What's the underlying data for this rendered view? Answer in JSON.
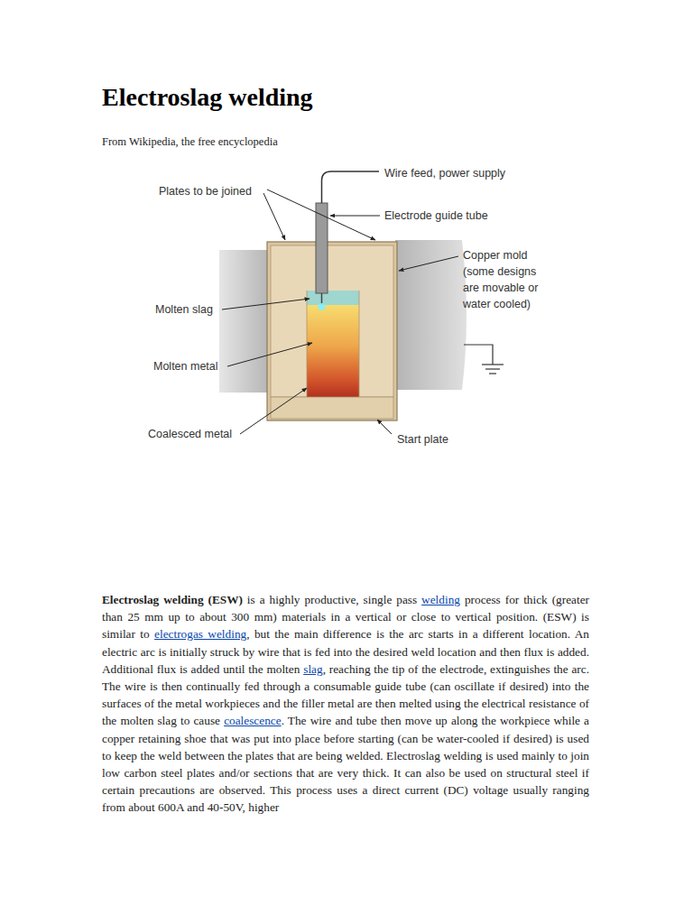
{
  "diagram": {
    "title": "Electroslag welding",
    "labels": [
      "From Wikipedia, the free encyclopedia",
      "Plates to be joined",
      "Wire feed, power supply",
      "Electrode guide tube",
      "Copper mold (some designs are movable or water cooled)",
      "Molten slag",
      "Molten metal",
      "Coalesced metal",
      "Start plate",
      "Electroslag welding (ESW)",
      "is a highly productive, single pass",
      "welding",
      "process for thick (greater than 25 mm up to about 300 mm) materials in a vertical or close to vertical position. (ESW) is similar to",
      "electrogas welding",
      ", but the main difference is the arc starts in a different location. An electric arc is initially struck by wire that is fed into the desired weld location and then flux is added. Additional flux is added until the molten",
      "slag",
      ", reaching the tip of the electrode, extinguishes the arc. The wire is then continually fed through a consumable guide tube (can oscillate if desired) into the surfaces of the metal workpieces and the filler metal are then melted using the electrical resistance of the molten slag to cause",
      "coalescence",
      ". The wire and tube then move up along the workpiece while a copper retaining shoe that was put into place before starting (can be water-cooled if desired) is used to keep the weld between the plates that are being welded. Electroslag welding is used mainly to join low carbon steel plates and/or sections that are very thick. It can also be used on structural steel if certain precautions are observed. This process uses a direct current (DC) voltage usually ranging from about 600A and 40-50V, higher"
    ]
  }
}
